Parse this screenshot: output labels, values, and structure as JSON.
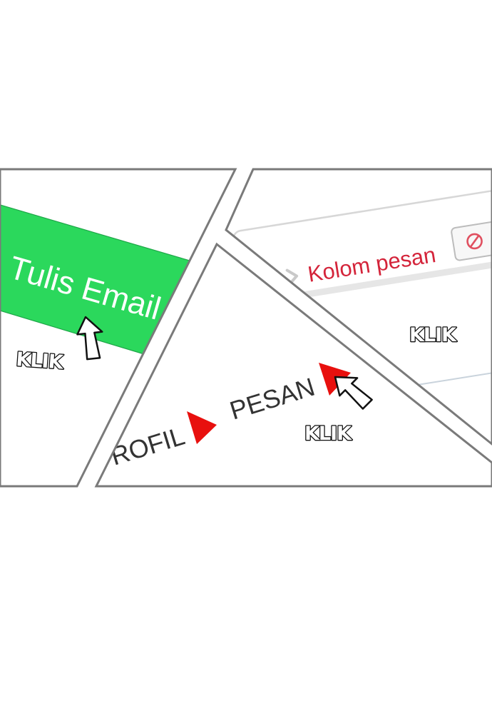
{
  "panel_left": {
    "button_label": "Tulis Email",
    "click_text": "KLIK"
  },
  "panel_right": {
    "field_label": "Kolom pesan",
    "click_text": "KLIK",
    "icon": "no-entry-icon"
  },
  "panel_center": {
    "menu_item_profile": "ROFIL",
    "menu_item_message": "PESAN",
    "click_text": "KLIK",
    "arrow_color": "#e8100e"
  },
  "colors": {
    "button_green": "#2bd85c",
    "label_red": "#d4243a",
    "panel_border": "#7a7a7a"
  }
}
